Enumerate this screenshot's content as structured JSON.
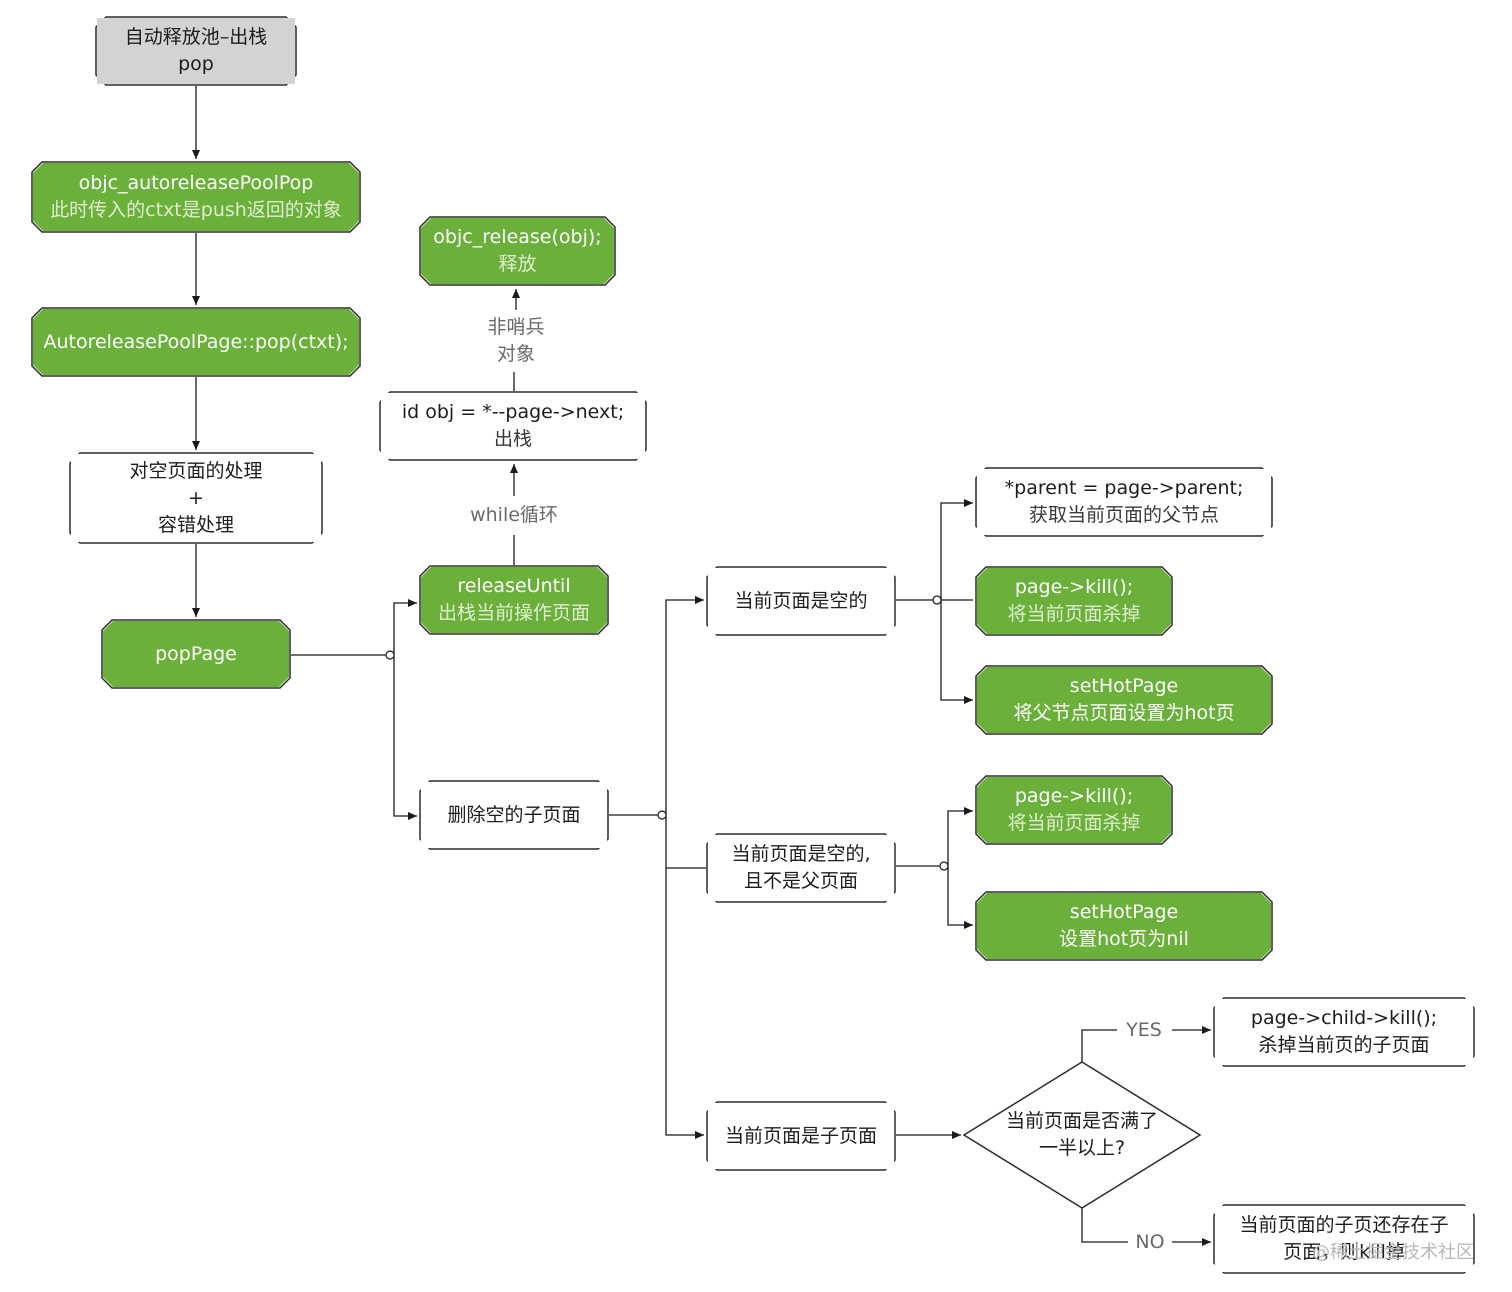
{
  "nodes": {
    "start": {
      "line1": "自动释放池–出栈",
      "line2": "pop"
    },
    "objc_pop": {
      "line1": "objc_autoreleasePoolPop",
      "line2": "此时传入的ctxt是push返回的对象"
    },
    "page_pop": {
      "line1": "AutoreleasePoolPage::pop(ctxt);"
    },
    "empty_handling": {
      "line1": "对空页面的处理",
      "line2": "+",
      "line3": "容错处理"
    },
    "pop_page": {
      "line1": "popPage"
    },
    "release_until": {
      "line1": "releaseUntil",
      "line2": "出栈当前操作页面"
    },
    "pop_obj": {
      "line1": "id obj = *--page->next;",
      "line2": "出栈"
    },
    "objc_release": {
      "line1": "objc_release(obj);",
      "line2": "释放"
    },
    "delete_empty": {
      "line1": "删除空的子页面"
    },
    "cur_empty": {
      "line1": "当前页面是空的"
    },
    "get_parent": {
      "line1": "*parent = page->parent;",
      "line2": "获取当前页面的父节点"
    },
    "kill_1": {
      "line1": "page->kill();",
      "line2": "将当前页面杀掉"
    },
    "set_hot_1": {
      "line1": "setHotPage",
      "line2": "将父节点页面设置为hot页"
    },
    "cur_empty_not_parent": {
      "line1": "当前页面是空的,",
      "line2": "且不是父页面"
    },
    "kill_2": {
      "line1": "page->kill();",
      "line2": "将当前页面杀掉"
    },
    "set_hot_2": {
      "line1": "setHotPage",
      "line2": "设置hot页为nil"
    },
    "cur_child": {
      "line1": "当前页面是子页面"
    },
    "decision": {
      "line1": "当前页面是否满了",
      "line2": "一半以上?"
    },
    "child_kill": {
      "line1": "page->child->kill();",
      "line2": "杀掉当前页的子页面"
    },
    "no_result": {
      "line1": "当前页面的子页还存在子",
      "line2": "页面，则kill掉"
    }
  },
  "edge_labels": {
    "while_loop": "while循环",
    "non_sentinel_1": "非哨兵",
    "non_sentinel_2": "对象",
    "yes": "YES",
    "no": "NO"
  },
  "watermark": "@稀土掘金技术社区",
  "colors": {
    "green": "#6ab03a",
    "gray": "#d3d3d3",
    "line": "#1a1a1a",
    "label": "#6a6a6a"
  }
}
